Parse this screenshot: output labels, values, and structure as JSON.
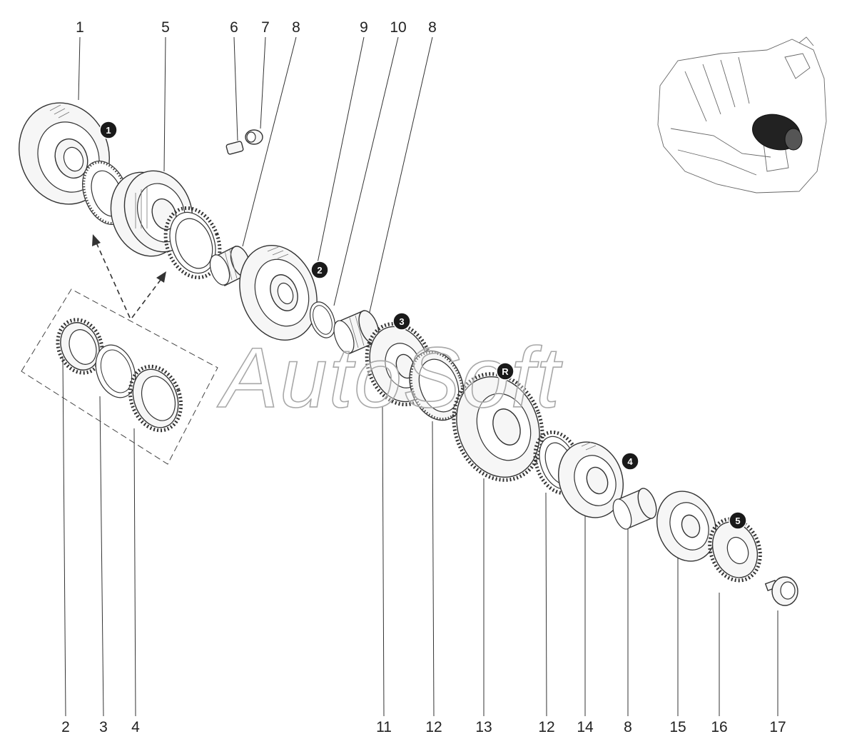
{
  "watermark": "AutoSoft",
  "callouts_top": [
    "1",
    "5",
    "6",
    "7",
    "8",
    "9",
    "10",
    "8"
  ],
  "callouts_bottom": [
    "2",
    "3",
    "4",
    "11",
    "12",
    "13",
    "12",
    "14",
    "8",
    "15",
    "16",
    "17"
  ],
  "badges": [
    "1",
    "2",
    "3",
    "R",
    "4",
    "5"
  ],
  "colors": {
    "line": "#333333",
    "badge": "#1a1a1a",
    "watermark_outline": "#a8a8a8"
  }
}
